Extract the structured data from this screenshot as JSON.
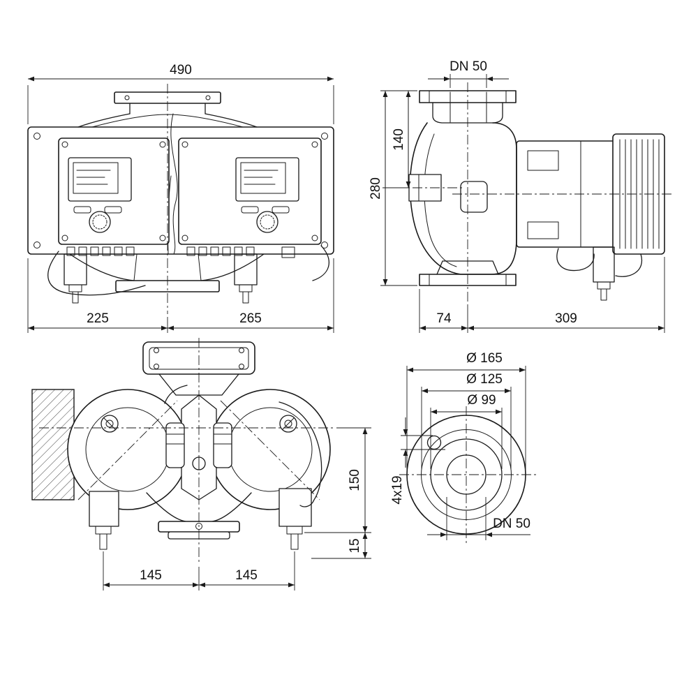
{
  "sheet": {
    "type": "technical-dimension-drawing",
    "subject": "twin-head inline pump, three orthographic views plus flange detail",
    "colors": {
      "background": "#ffffff",
      "line": "#1a1a1a",
      "text": "#111111"
    }
  },
  "views": {
    "front": {
      "dim_total_width": "490",
      "dim_left": "225",
      "dim_right": "265"
    },
    "side": {
      "dim_nominal": "DN 50",
      "dim_port_height": "140",
      "dim_total_height": "280",
      "dim_front": "74",
      "dim_motor": "309"
    },
    "plan": {
      "dim_left": "145",
      "dim_right": "145",
      "dim_axis_base": "150",
      "dim_base": "15"
    },
    "flange": {
      "dim_outer": "Ø 165",
      "dim_bolt_circle": "Ø 125",
      "dim_face": "Ø 99",
      "dim_holes": "4x19",
      "dim_nominal": "DN 50"
    }
  }
}
